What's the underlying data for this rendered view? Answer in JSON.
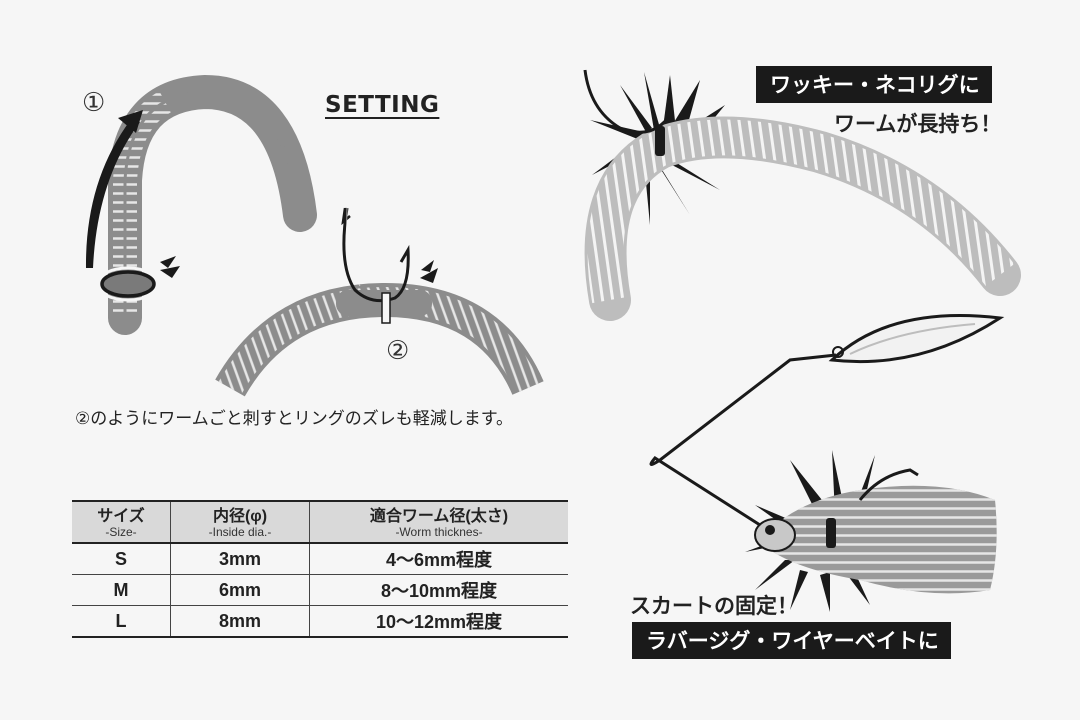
{
  "setting": {
    "title": "SETTING",
    "step1": "①",
    "step2": "②",
    "caption": "②のようにワームごと刺すとリングのズレも軽減します。"
  },
  "callouts": {
    "wacky_banner": "ワッキー・ネコリグに",
    "wacky_sub": "ワームが長持ち！",
    "skirt_sub": "スカートの固定！",
    "rubber_banner": "ラバージグ・ワイヤーベイトに"
  },
  "size_table": {
    "headers": [
      {
        "main": "サイズ",
        "sub": "-Size-"
      },
      {
        "main": "内径(φ)",
        "sub": "-Inside dia.-"
      },
      {
        "main": "適合ワーム径(太さ)",
        "sub": "-Worm thicknes-"
      }
    ],
    "rows": [
      {
        "size": "S",
        "inside": "3mm",
        "worm": "4～6mm程度"
      },
      {
        "size": "M",
        "inside": "6mm",
        "worm": "8～10mm程度"
      },
      {
        "size": "L",
        "inside": "8mm",
        "worm": "10～12mm程度"
      }
    ]
  },
  "colors": {
    "worm": "#8c8c8c",
    "worm_light": "#c0c0c0",
    "ink": "#1a1a1a",
    "banner": "#1a1a1a"
  }
}
